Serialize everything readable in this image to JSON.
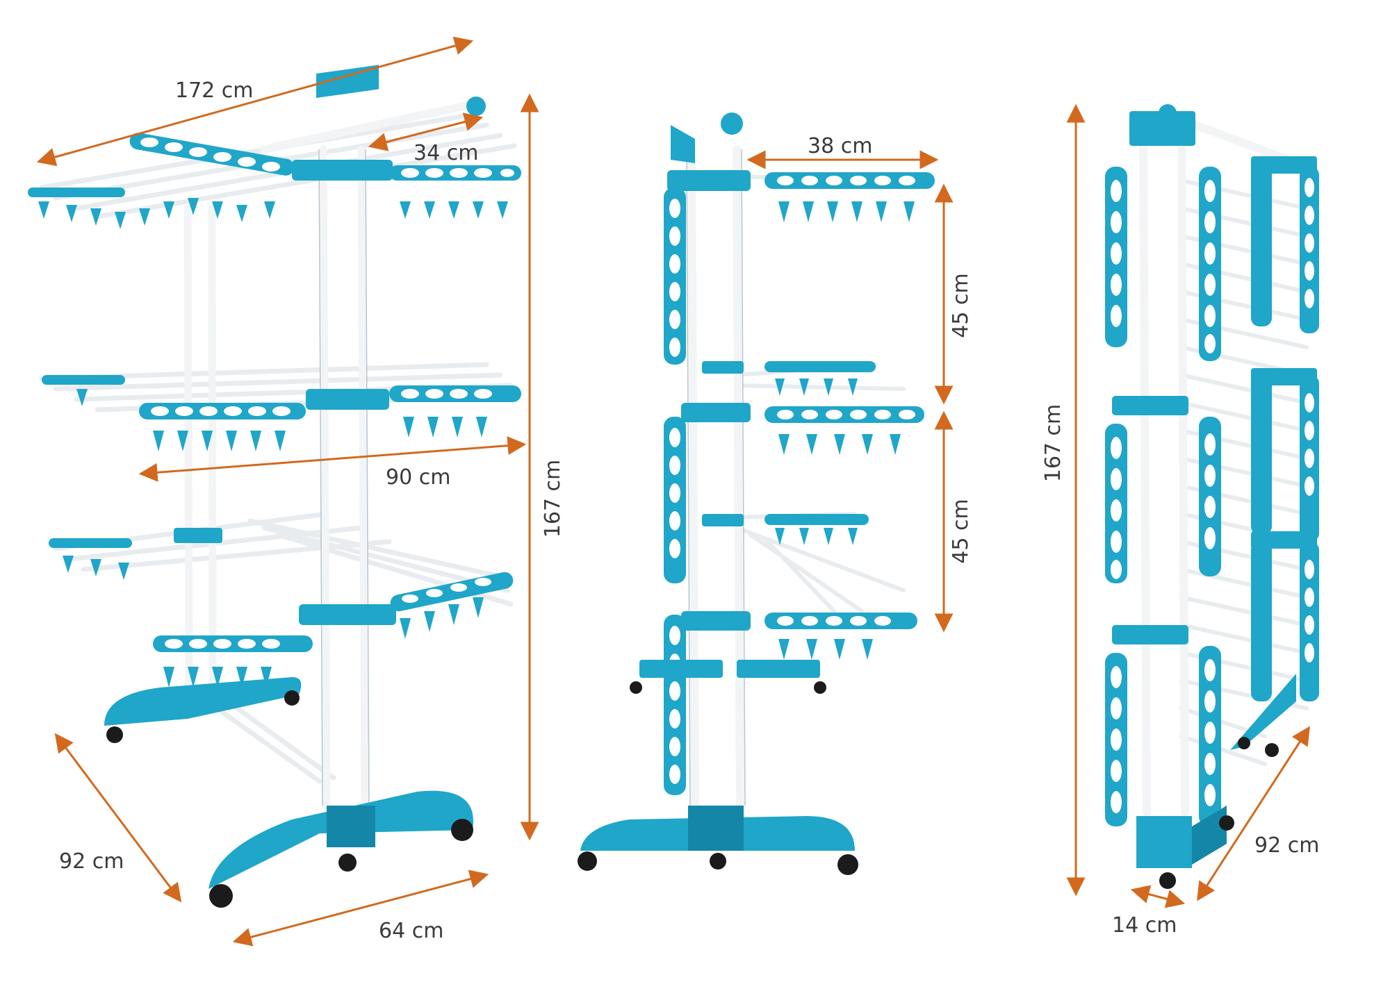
{
  "colors": {
    "plastic": "#1fa6c9",
    "plastic_dark": "#1487a8",
    "rod": "#f2f4f6",
    "rod_edge": "#b9c6cf",
    "dimension": "#d2691e",
    "label": "#3a3a3a",
    "wheel": "#1b1b1b"
  },
  "views": {
    "left": {
      "dims": {
        "width_extended": "172 cm",
        "wing": "34 cm",
        "shelf_width": "90 cm",
        "height": "167 cm",
        "depth": "92 cm",
        "base": "64 cm"
      }
    },
    "middle": {
      "dims": {
        "wing": "38 cm",
        "tier_upper": "45 cm",
        "tier_lower": "45 cm"
      }
    },
    "right": {
      "dims": {
        "height": "167 cm",
        "depth": "92 cm",
        "folded_thickness": "14 cm"
      }
    }
  },
  "icons": {
    "arrow": "double-headed-arrow-icon",
    "clothes_peg": "clothes-peg-icon",
    "wheel": "castor-wheel-icon"
  }
}
